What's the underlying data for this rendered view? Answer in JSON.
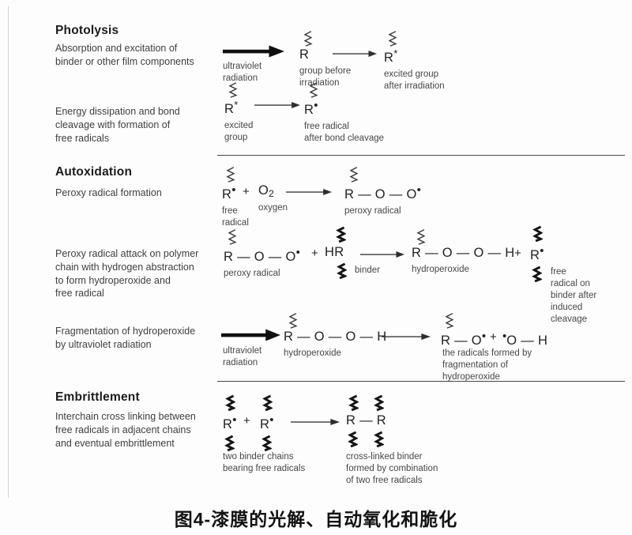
{
  "colors": {
    "ink": "#232323",
    "divider": "#464646",
    "background": "#fdfdfd"
  },
  "caption": "图4-漆膜的光解、自动氧化和脆化",
  "photolysis": {
    "title": "Photolysis",
    "step1_desc": "Absorption and excitation of\nbinder or other film components",
    "uv_label": "ultraviolet\nradiation",
    "r_before": {
      "symbol": "R",
      "label": "group before\nirradiation"
    },
    "r_excited": {
      "symbol": "R",
      "sup": "*",
      "label": "excited group\nafter irradiation"
    },
    "step2_desc": "Energy dissipation and bond\ncleavage with formation of\nfree radicals",
    "excited": {
      "symbol": "R",
      "sup": "*",
      "label": "excited\ngroup"
    },
    "radical": {
      "symbol": "R",
      "sup": "•",
      "label": "free radical\nafter bond cleavage"
    }
  },
  "autoxidation": {
    "title": "Autoxidation",
    "step1_desc": "Peroxy radical formation",
    "row1": {
      "free_radical": {
        "symbol": "R",
        "sup": "•",
        "label": "free\nradical"
      },
      "plus": "+",
      "oxygen": {
        "symbol": "O",
        "sub": "2",
        "label": "oxygen"
      },
      "peroxy": {
        "formula": "R — O — O",
        "sup": "•",
        "label": "peroxy radical"
      }
    },
    "step2_desc": "Peroxy radical attack on polymer\nchain with hydrogen abstraction\nto form hydroperoxide and\nfree radical",
    "row2": {
      "peroxy": {
        "formula": "R — O — O",
        "sup": "•",
        "label": "peroxy radical"
      },
      "plus1": "+",
      "binder": {
        "symbol": "HR",
        "label": "binder"
      },
      "hydroperoxide": {
        "formula": "R — O — O — H",
        "label": "hydroperoxide"
      },
      "plus2": "+",
      "free_radical": {
        "symbol": "R",
        "sup": "•",
        "label": "free\nradical on\nbinder after\ninduced\ncleavage"
      }
    },
    "step3_desc": "Fragmentation of hydroperoxide\nby ultraviolet radiation",
    "row3": {
      "uv_label": "ultraviolet\nradiation",
      "hydroperoxide": {
        "formula": "R — O — O — H",
        "label": "hydroperoxide"
      },
      "ro_radical": {
        "formula": "R — O",
        "sup": "•"
      },
      "plus": "+",
      "oh_radical": {
        "presup": "•",
        "formula": "O — H"
      },
      "products_label": "the radicals formed by\nfragmentation of\nhydroperoxide"
    }
  },
  "embrittlement": {
    "title": "Embrittlement",
    "desc": "Interchain cross linking between\nfree radicals in adjacent chains\nand eventual embrittlement",
    "row": {
      "r1": {
        "symbol": "R",
        "sup": "•"
      },
      "plus": "+",
      "r2": {
        "symbol": "R",
        "sup": "•"
      },
      "reactants_label": "two binder chains\nbearing free radicals",
      "product": {
        "formula": "R — R",
        "label": "cross-linked binder\nformed by combination\nof two free radicals"
      }
    }
  }
}
